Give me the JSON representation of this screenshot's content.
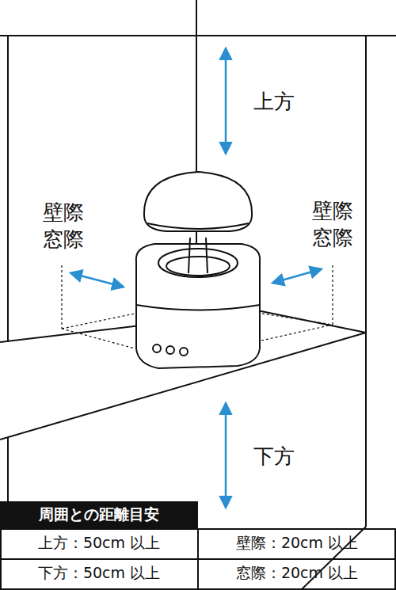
{
  "diagram": {
    "title": "周囲との距離目安",
    "labels": [
      "上方",
      "壁際 窓際",
      "壁際 窓際",
      "下方",
      "上方：50cm 以上",
      "壁際：20cm 以上",
      "下方：50cm 以上",
      "窓際：20cm 以上"
    ]
  }
}
